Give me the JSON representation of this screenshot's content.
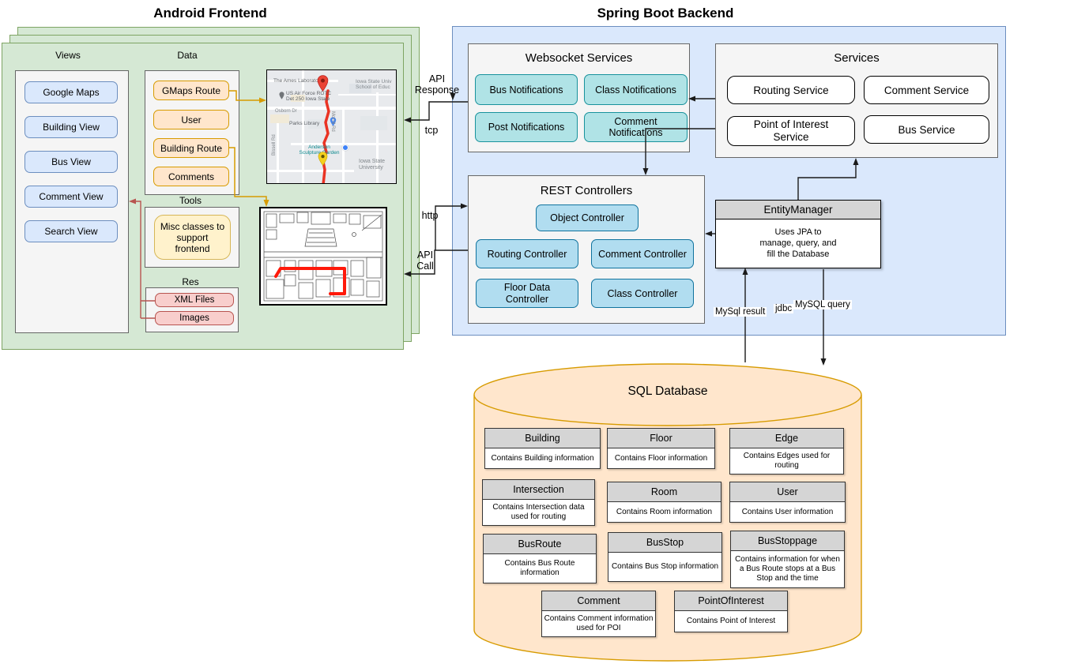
{
  "frontend": {
    "title": "Android Frontend",
    "views": {
      "label": "Views",
      "items": [
        "Google Maps",
        "Building View",
        "Bus View",
        "Comment View",
        "Search View"
      ]
    },
    "data": {
      "label": "Data",
      "items": [
        "GMaps Route",
        "User",
        "Building Route",
        "Comments"
      ]
    },
    "tools": {
      "label": "Tools",
      "misc": "Misc classes to support frontend"
    },
    "res": {
      "label": "Res",
      "items": [
        "XML Files",
        "Images"
      ]
    },
    "map": {
      "labels": {
        "ames_lab": "The Ames Laboratory",
        "rotc": "US Air Force ROTC\nDet 250 Iowa State",
        "school": "Iowa State Univ\nSchool of Educ",
        "osborn": "Osborn Dr",
        "parks": "Parks Library",
        "morrill": "Morrill Rd",
        "anderson": "Anderson\nSculpture Garden",
        "isu": "Iowa State\nUniversity",
        "bissell": "Bissell Rd"
      }
    }
  },
  "backend": {
    "title": "Spring Boot Backend",
    "websocket": {
      "title": "Websocket Services",
      "items": [
        "Bus Notifications",
        "Class Notifications",
        "Post Notifications",
        "Comment Notifications"
      ]
    },
    "services": {
      "title": "Services",
      "items": [
        "Routing Service",
        "Comment Service",
        "Point of Interest Service",
        "Bus Service"
      ]
    },
    "rest": {
      "title": "REST Controllers",
      "items": [
        "Object Controller",
        "Routing Controller",
        "Comment Controller",
        "Floor Data Controller",
        "Class Controller"
      ]
    },
    "entity_manager": {
      "title": "EntityManager",
      "description": "Uses JPA to\nmanage, query, and\nfill the Database"
    }
  },
  "database": {
    "title": "SQL Database",
    "tables": [
      {
        "name": "Building",
        "desc": "Contains Building information"
      },
      {
        "name": "Floor",
        "desc": "Contains Floor information"
      },
      {
        "name": "Edge",
        "desc": "Contains Edges used for routing"
      },
      {
        "name": "Intersection",
        "desc": "Contains Intersection data used for routing"
      },
      {
        "name": "Room",
        "desc": "Contains Room information"
      },
      {
        "name": "User",
        "desc": "Contains User information"
      },
      {
        "name": "BusRoute",
        "desc": "Contains Bus Route information"
      },
      {
        "name": "BusStop",
        "desc": "Contains Bus Stop information"
      },
      {
        "name": "BusStoppage",
        "desc": "Contains information for when a Bus Route stops at a Bus Stop and the time"
      },
      {
        "name": "Comment",
        "desc": "Contains Comment information used for POI"
      },
      {
        "name": "PointOfInterest",
        "desc": "Contains Point of Interest"
      }
    ]
  },
  "connections": {
    "api_response": "API\nResponse",
    "tcp": "tcp",
    "http": "http",
    "api_call": "API\nCall",
    "mysql_result": "MySql result",
    "jdbc": "jdbc",
    "mysql_query": "MySQL query"
  },
  "colors": {
    "frontend_panel": "#d5e8d4",
    "backend_panel": "#dae8fc",
    "teal_button": "#b0e3e6",
    "controller_button": "#b1ddf0",
    "orange_button": "#ffe6cc",
    "yellow_button": "#fff2cc",
    "pink_button": "#f8cecc",
    "database_fill": "#ffe6cc",
    "database_stroke": "#d79b00",
    "route_red": "#ea3323"
  }
}
